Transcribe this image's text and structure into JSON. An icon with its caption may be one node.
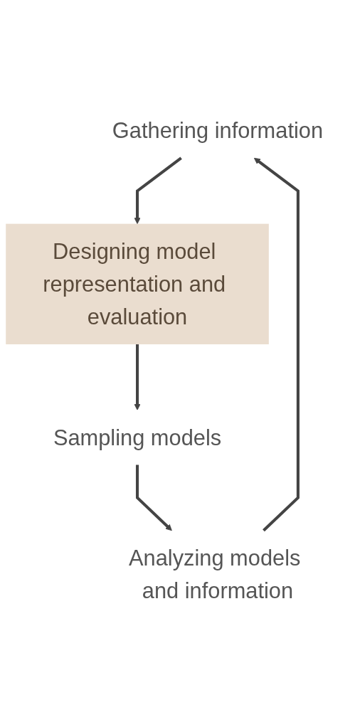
{
  "diagram": {
    "nodes": [
      {
        "text": [
          "Gathering information"
        ]
      },
      {
        "text": [
          "Designing model representation and evaluation"
        ]
      },
      {
        "text": [
          "Sampling models"
        ]
      },
      {
        "text": [
          "Analyzing models and information"
        ]
      }
    ],
    "edges": [
      {
        "from": 0,
        "to": 1,
        "arrow": "to"
      },
      {
        "from": 1,
        "to": 2,
        "arrow": "to"
      },
      {
        "from": 2,
        "to": 3,
        "arrow": "to"
      },
      {
        "from": 3,
        "to": 0,
        "arrow": "to"
      }
    ]
  }
}
